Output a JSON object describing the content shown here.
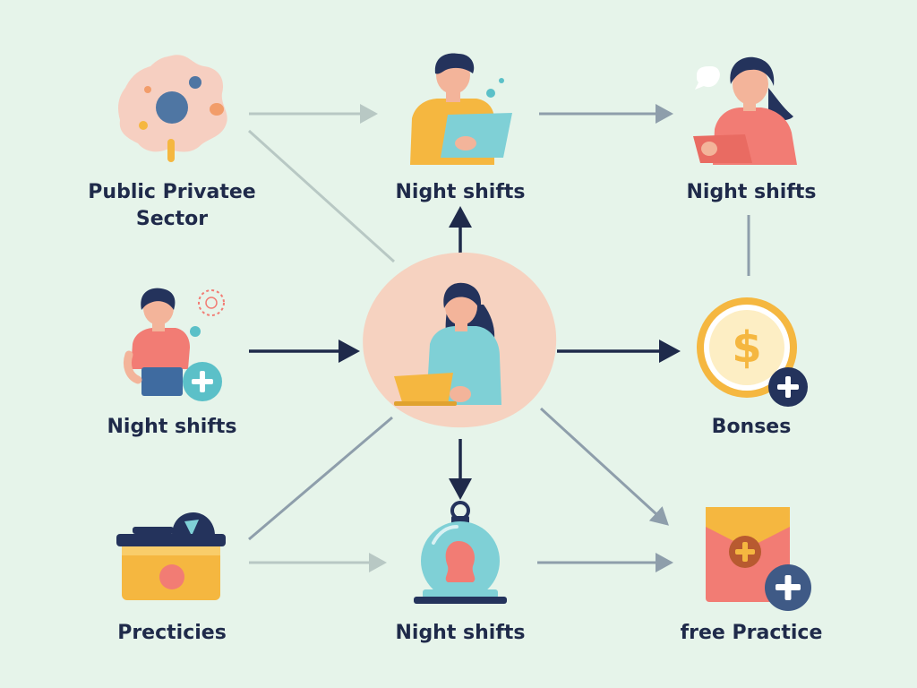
{
  "nodes": {
    "public_sector": {
      "label_line1": "Public Privatee",
      "label_line2": "Sector"
    },
    "top_middle": {
      "label": "Night shifts"
    },
    "top_right": {
      "label": "Night shifts"
    },
    "middle_left": {
      "label": "Night shifts"
    },
    "middle_right": {
      "label": "Bonses"
    },
    "bottom_left": {
      "label": "Precticies"
    },
    "bottom_middle": {
      "label": "Night shifts"
    },
    "bottom_right": {
      "label": "free Practice"
    }
  },
  "icons": {
    "public_sector": "virus-blob-icon",
    "top_middle": "person-with-tablet-icon",
    "top_right": "woman-with-tablet-icon",
    "middle_left": "person-plus-icon",
    "center": "woman-with-laptop-icon",
    "middle_right": "dollar-coin-plus-icon",
    "bottom_left": "toolbox-icon",
    "bottom_middle": "glass-globe-icon",
    "bottom_right": "envelope-plus-icon"
  },
  "colors": {
    "background": "#e6f4ea",
    "dark_arrow": "#1f2a4a",
    "light_arrow": "#b3c4c0",
    "gray_arrow": "#8e9eab",
    "center_circle": "#f6d2c0",
    "coin_gold": "#f5b740",
    "envelope_red": "#f27c74"
  }
}
